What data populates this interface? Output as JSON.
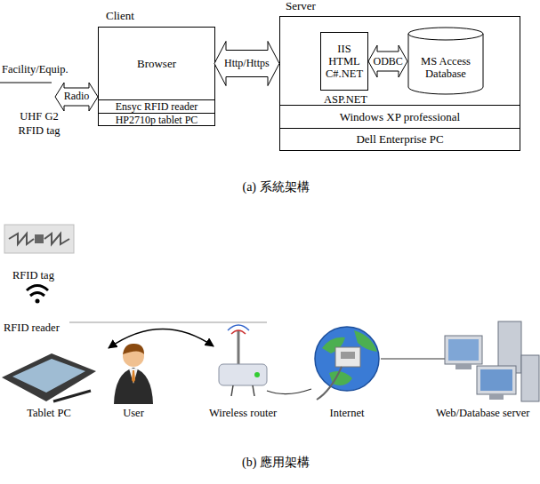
{
  "diagram": {
    "nodes": [
      {
        "text": [
          "Client"
        ]
      },
      {
        "text": [
          "Browser"
        ],
        "in": 0
      },
      {
        "text": [
          "Ensyc RFID reader"
        ],
        "in": 0
      },
      {
        "text": [
          "HP2710p tablet PC"
        ],
        "in": 0
      },
      {
        "text": [
          "Server"
        ]
      },
      {
        "text": [
          "IIS HTML C#.NET",
          "ASP.NET"
        ],
        "in": 4
      },
      {
        "text": [
          "MS Access Database"
        ],
        "in": 4
      },
      {
        "text": [
          "Windows XP professional"
        ],
        "in": 4
      },
      {
        "text": [
          "Dell Enterprise PC"
        ],
        "in": 4
      }
    ],
    "edges": [
      {
        "from": 1,
        "to": 4,
        "label": "Http/Https",
        "arrow": "both"
      },
      {
        "from": 5,
        "to": 6,
        "label": "ODBC",
        "arrow": "both"
      }
    ],
    "labels": [
      "Facility/Equip.",
      "Radio",
      "UHF G2 RFID tag",
      "(a) 系統架構",
      "RFID tag",
      "RFID reader",
      "Tablet PC",
      "User",
      "Wireless router",
      "Internet",
      "Web/Database server",
      "(b) 應用架構"
    ]
  }
}
